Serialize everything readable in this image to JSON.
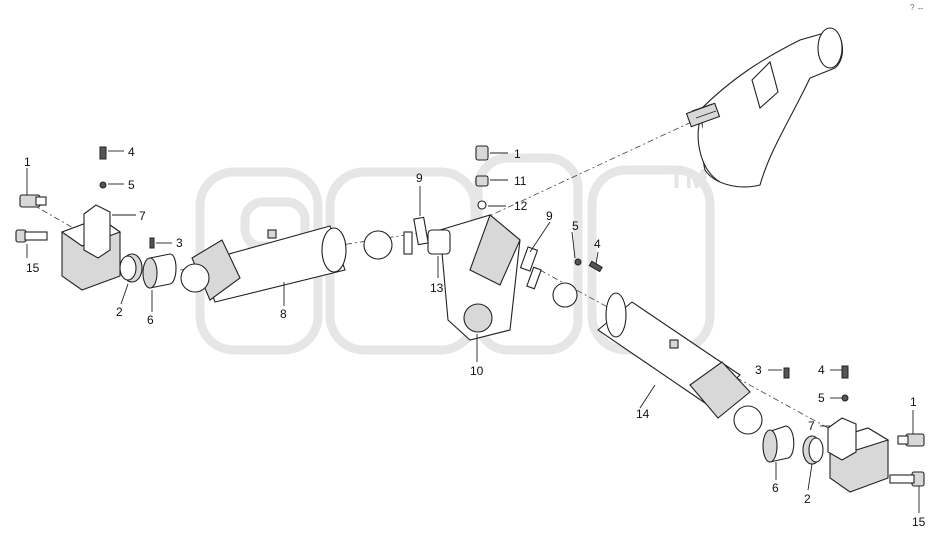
{
  "watermark": {
    "trademark": "TM"
  },
  "corner_mark": "? ↔",
  "callouts": {
    "l1": "1",
    "l2": "2",
    "l3": "3",
    "l4": "4",
    "l5": "5",
    "l6": "6",
    "l7": "7",
    "l8": "8",
    "l9": "9",
    "l10": "10",
    "l11": "11",
    "l12": "12",
    "l13": "13",
    "l14": "14",
    "l15": "15",
    "r1": "1",
    "r2": "2",
    "r3": "3",
    "r4": "4",
    "r5": "5",
    "r6": "6",
    "r7": "7",
    "r15": "15",
    "m1": "1",
    "m9a": "9",
    "m9b": "9",
    "m5": "5",
    "m4": "4"
  }
}
